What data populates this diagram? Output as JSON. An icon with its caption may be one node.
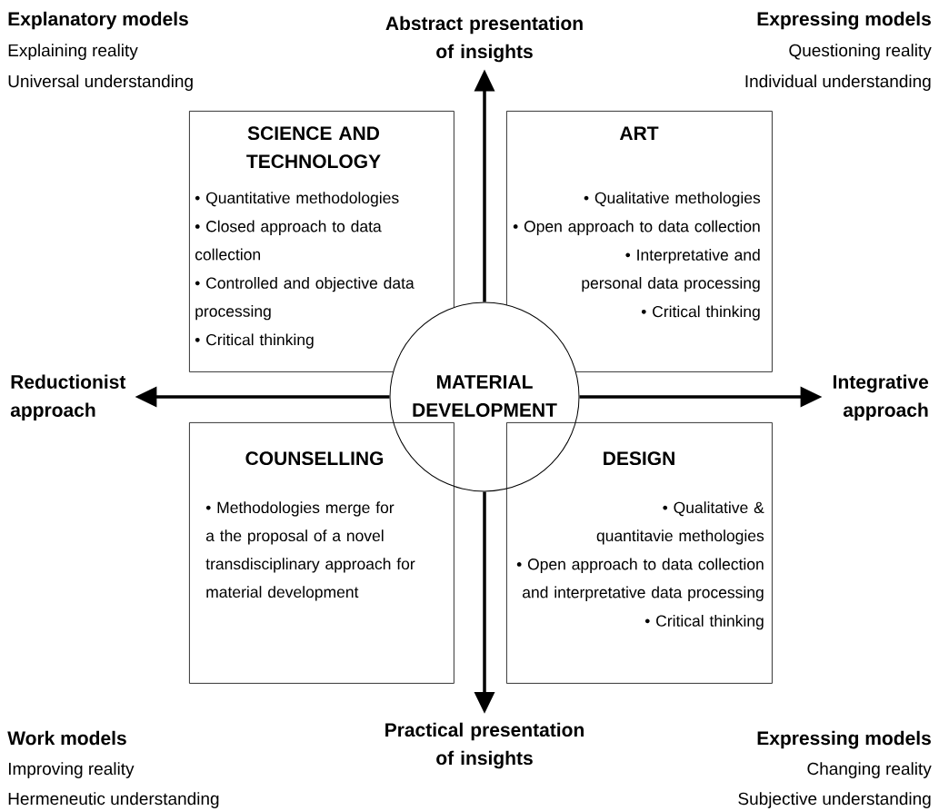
{
  "diagram": {
    "nodes": [
      {
        "text": [
          "Abstract presentation of insights"
        ]
      },
      {
        "text": [
          "SCIENCE AND TECHNOLOGY",
          "• Quantitative methodologies",
          "• Closed approach to data collection",
          "• Controlled and objective data processing",
          "• Critical thinking"
        ]
      },
      {
        "text": [
          "ART",
          "• Qualitative methologies",
          "• Open approach to data collection",
          "• Interpretative and personal data processing",
          "• Critical thinking"
        ]
      },
      {
        "text": [
          "Reductionist approach"
        ]
      },
      {
        "text": [
          "MATERIAL DEVELOPMENT"
        ]
      },
      {
        "text": [
          "Integrative approach"
        ]
      },
      {
        "text": [
          "COUNSELLING",
          "• Methodologies merge for a the proposal of a novel transdisciplinary approach for material development"
        ]
      },
      {
        "text": [
          "DESIGN",
          "• Qualitative & quantitavie methologies",
          "• Open approach to data collection and interpretative data processing",
          "• Critical thinking"
        ]
      },
      {
        "text": [
          "Practical presentation of insights"
        ]
      }
    ],
    "edges": [
      {
        "from": 4,
        "to": 0,
        "arrow": "to"
      },
      {
        "from": 4,
        "to": 3,
        "arrow": "to"
      },
      {
        "from": 4,
        "to": 5,
        "arrow": "to"
      },
      {
        "from": 4,
        "to": 8,
        "arrow": "to"
      }
    ],
    "labels": [
      "Explanatory models",
      "Explaining reality",
      "Universal understanding",
      "Expressing models",
      "Questioning reality",
      "Individual understanding",
      "Work models",
      "Improving reality",
      "Hermeneutic understanding",
      "Expressing models",
      "Changing reality",
      "Subjective understanding"
    ]
  }
}
